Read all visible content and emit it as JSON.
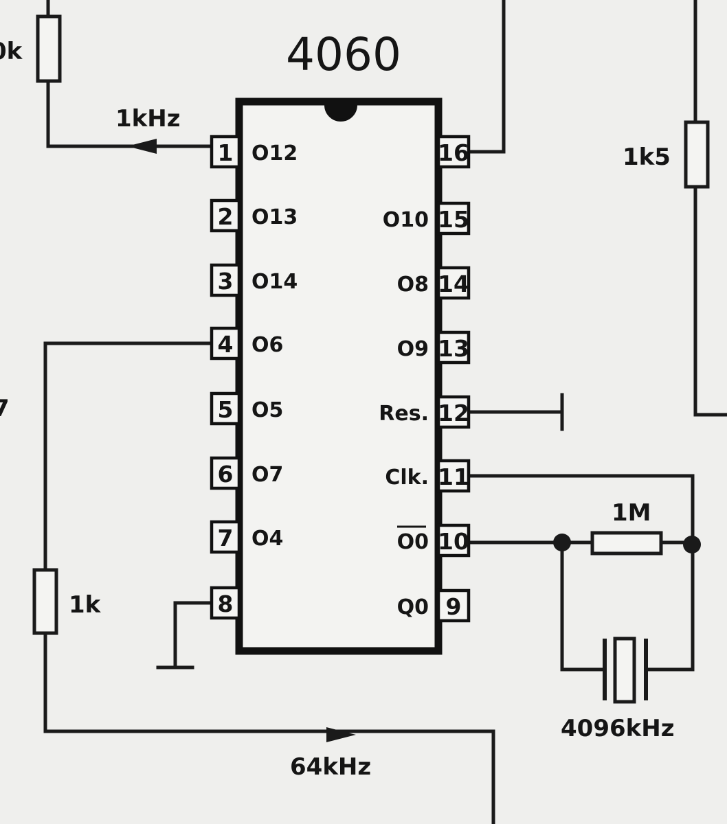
{
  "chip": {
    "name": "4060"
  },
  "pins_left": [
    {
      "num": "1",
      "label": "O12"
    },
    {
      "num": "2",
      "label": "O13"
    },
    {
      "num": "3",
      "label": "O14"
    },
    {
      "num": "4",
      "label": "O6"
    },
    {
      "num": "5",
      "label": "O5"
    },
    {
      "num": "6",
      "label": "O7"
    },
    {
      "num": "7",
      "label": "O4"
    },
    {
      "num": "8",
      "label": ""
    }
  ],
  "pins_right": [
    {
      "num": "16",
      "label": ""
    },
    {
      "num": "15",
      "label": "O10"
    },
    {
      "num": "14",
      "label": "O8"
    },
    {
      "num": "13",
      "label": "O9"
    },
    {
      "num": "12",
      "label": "Res."
    },
    {
      "num": "11",
      "label": "Clk."
    },
    {
      "num": "10",
      "label": "O0"
    },
    {
      "num": "9",
      "label": "Q0"
    }
  ],
  "labels": {
    "freq_out_1": "1kHz",
    "freq_out_2": "64kHz",
    "crystal": "4096kHz",
    "r_feedback": "1M",
    "r_left": "1k",
    "r_right": "1k5",
    "r_top_partial": "0k",
    "edge_partial": "7"
  },
  "colors": {
    "ink": "#1a1a1a",
    "paper": "#efefed"
  }
}
